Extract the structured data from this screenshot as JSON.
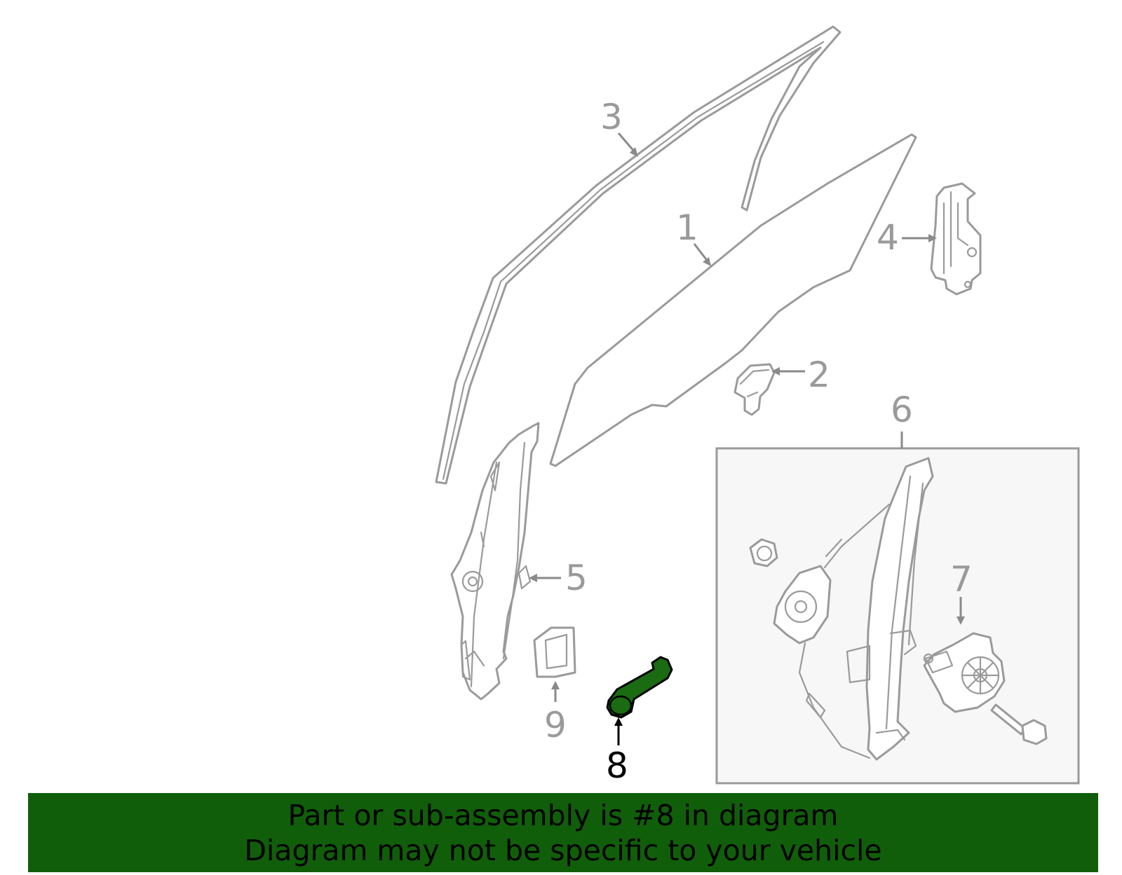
{
  "callouts": {
    "c1": "1",
    "c2": "2",
    "c3": "3",
    "c4": "4",
    "c5": "5",
    "c6": "6",
    "c7": "7",
    "c8": "8",
    "c9": "9"
  },
  "highlighted_part": "8",
  "colors": {
    "highlight_fill": "#1a6b12",
    "banner_bg": "#115e0a",
    "line_gray": "#9a9a9a",
    "kit_box_bg": "#f7f7f7"
  },
  "banner": {
    "line1": "Part or sub-assembly is #8 in diagram",
    "line2": "Diagram may not be specific to your vehicle"
  }
}
